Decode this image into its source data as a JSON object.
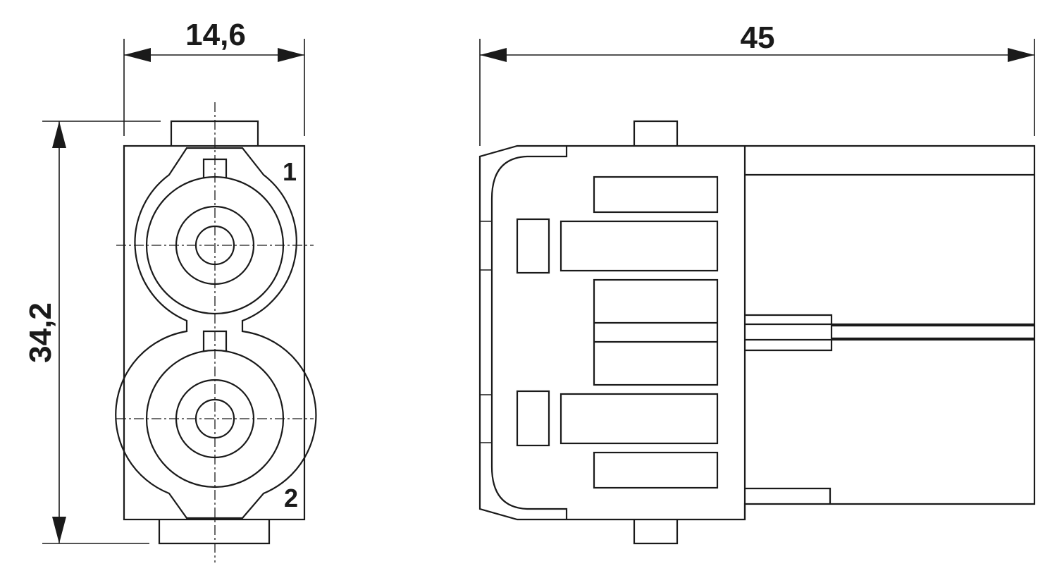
{
  "dimensions": {
    "front_width": "14,6",
    "front_height": "34,2",
    "side_length": "45"
  },
  "pin_labels": {
    "pin1": "1",
    "pin2": "2"
  },
  "colors": {
    "line": "#1a1a1a",
    "background": "#ffffff"
  }
}
